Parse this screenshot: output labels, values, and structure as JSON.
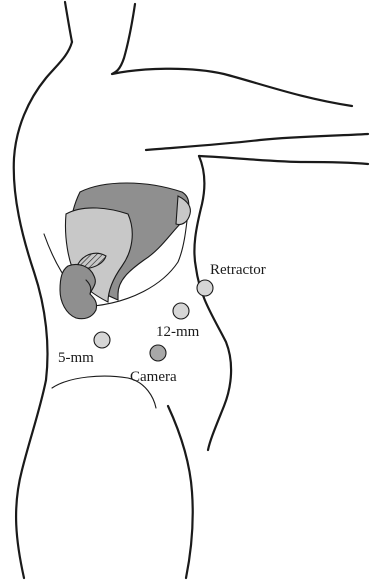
{
  "labels": {
    "retractor": "Retractor",
    "port_12mm": "12-mm",
    "port_5mm": "5-mm",
    "camera": "Camera"
  },
  "colors": {
    "outline": "#1a1a1a",
    "organ_dark": "#8f8f8f",
    "organ_light": "#c8c8c8",
    "port_fill": "#d6d6d6",
    "camera_port_fill": "#a8a8a8"
  }
}
